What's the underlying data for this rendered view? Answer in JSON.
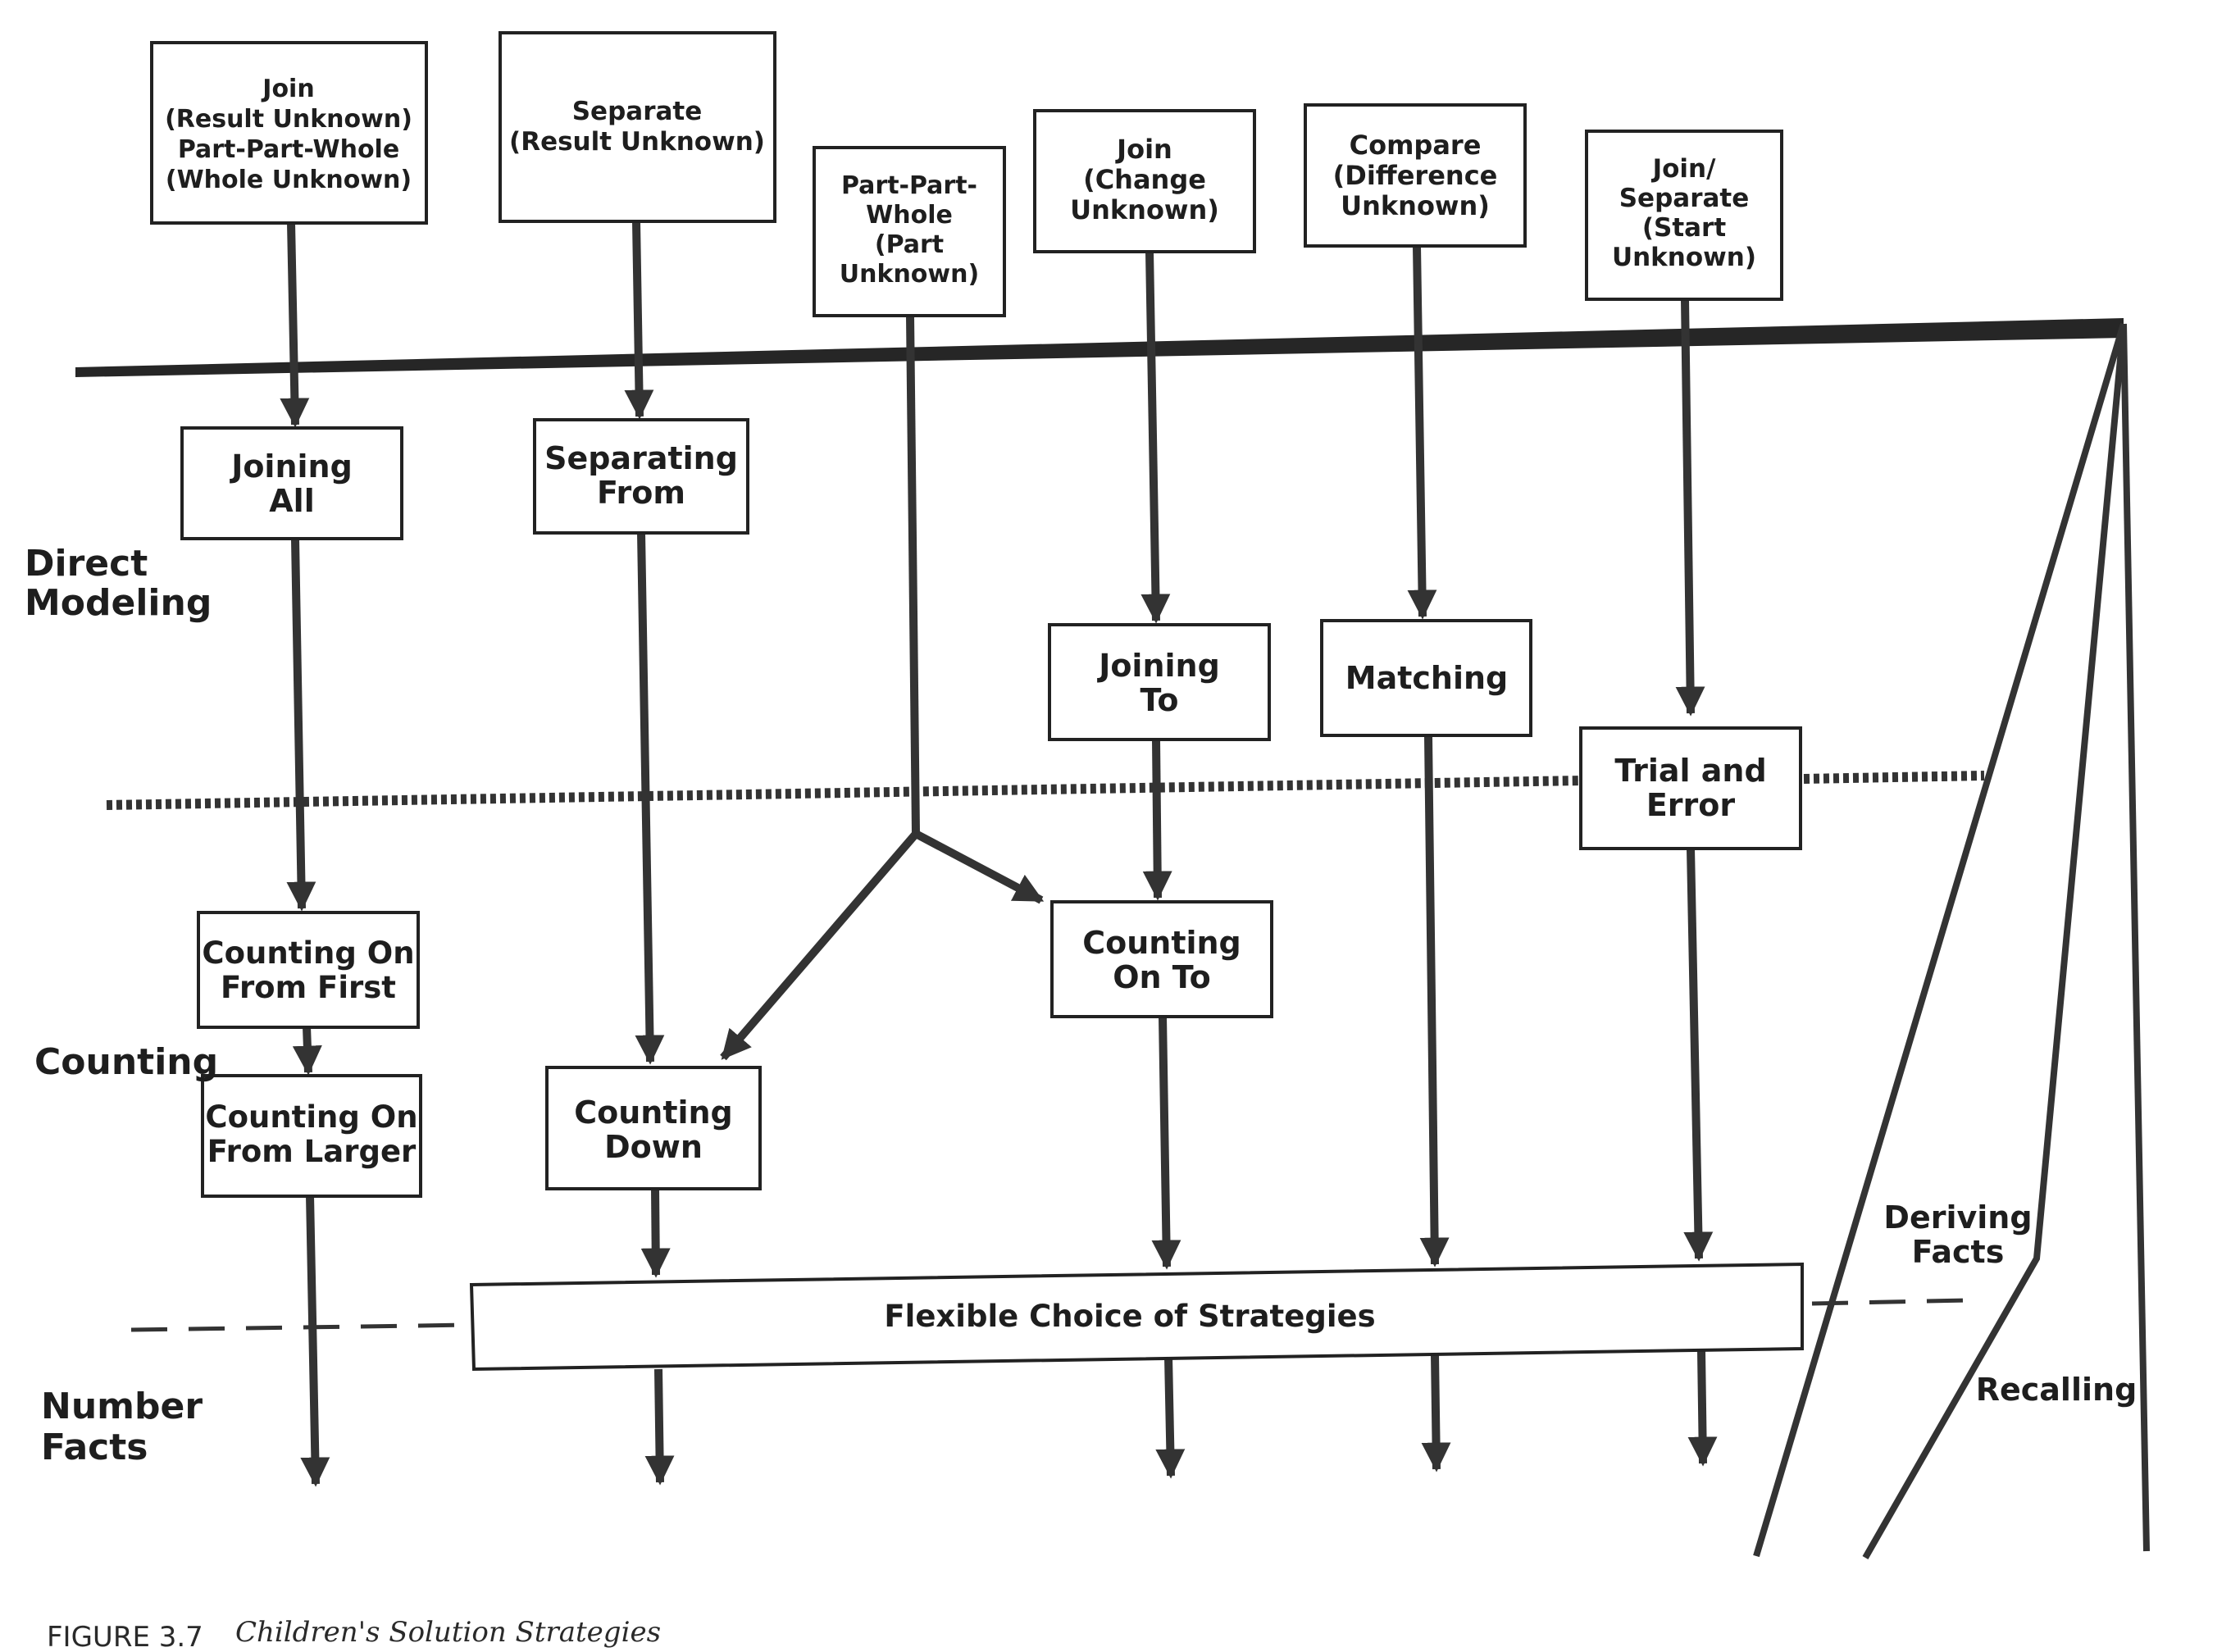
{
  "colors": {
    "ink": "#222222",
    "arrow": "#333333",
    "paper": "#ffffff"
  },
  "problem_types": {
    "join_result": [
      "Join",
      "(Result Unknown)",
      "Part-Part-Whole",
      "(Whole Unknown)"
    ],
    "separate_result": [
      "Separate",
      "(Result Unknown)"
    ],
    "ppw_part": [
      "Part-Part-",
      "Whole",
      "(Part",
      "Unknown)"
    ],
    "join_change": [
      "Join",
      "(Change",
      "Unknown)"
    ],
    "compare": [
      "Compare",
      "(Difference",
      "Unknown)"
    ],
    "join_sep_start": [
      "Join/",
      "Separate",
      "(Start",
      "Unknown)"
    ]
  },
  "strategies": {
    "joining_all": [
      "Joining",
      "All"
    ],
    "separating_from": [
      "Separating",
      "From"
    ],
    "joining_to": [
      "Joining",
      "To"
    ],
    "matching": [
      "Matching"
    ],
    "trial_error": [
      "Trial and",
      "Error"
    ],
    "counting_on_first": [
      "Counting On",
      "From First"
    ],
    "counting_on_larger": [
      "Counting On",
      "From Larger"
    ],
    "counting_down": [
      "Counting",
      "Down"
    ],
    "counting_on_to": [
      "Counting",
      "On To"
    ],
    "flexible": [
      "Flexible Choice of Strategies"
    ],
    "deriving": [
      "Deriving",
      "Facts"
    ],
    "recalling": [
      "Recalling"
    ]
  },
  "levels": {
    "direct_modeling": [
      "Direct",
      "Modeling"
    ],
    "counting": [
      "Counting"
    ],
    "number_facts": [
      "Number",
      "Facts"
    ]
  },
  "caption": {
    "figure_label": "FIGURE 3.7",
    "figure_title": "Children's Solution Strategies"
  }
}
